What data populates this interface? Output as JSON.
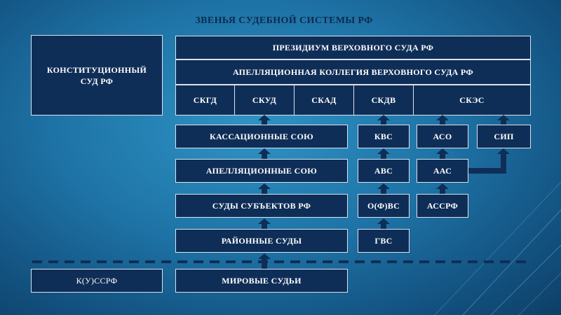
{
  "title": "ЗВЕНЬЯ СУДЕБНОЙ СИСТЕМЫ РФ",
  "constitutional": "КОНСТИТУЦИОННЫЙ СУД РФ",
  "presidium": "ПРЕЗИДИУМ ВЕРХОВНОГО СУДА РФ",
  "appeal_board": "АПЕЛЛЯЦИОННАЯ КОЛЛЕГИЯ ВЕРХОВНОГО СУДА РФ",
  "colleges": [
    "СКГД",
    "СКУД",
    "СКАД",
    "СКДВ",
    "СКЭС"
  ],
  "general": {
    "cassation": "КАССАЦИОННЫЕ СОЮ",
    "appellate": "АПЕЛЛЯЦИОННЫЕ СОЮ",
    "regional": "СУДЫ СУБЪЕКТОВ РФ",
    "district": "РАЙОННЫЕ СУДЫ",
    "magistrate": "МИРОВЫЕ СУДЬИ"
  },
  "military": [
    "КВС",
    "АВС",
    "О(Ф)ВС",
    "ГВС"
  ],
  "arbitration": [
    "АСО",
    "ААС",
    "АССРФ"
  ],
  "ip_court": "СИП",
  "regional_const": "К(У)ССРФ",
  "colors": {
    "box": "#0f2e57",
    "border": "#d9e3ef",
    "arrow": "#0f2e57",
    "title": "#0b2a4f"
  }
}
